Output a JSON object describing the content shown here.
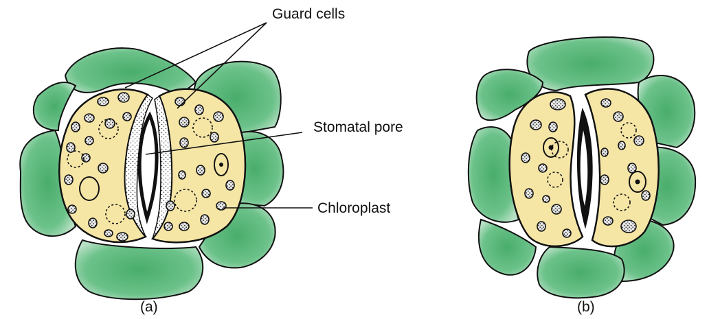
{
  "labels": {
    "guard_cells": "Guard cells",
    "stomatal_pore": "Stomatal pore",
    "chloroplast": "Chloroplast"
  },
  "captions": {
    "a": "(a)",
    "b": "(b)"
  },
  "colors": {
    "epidermal_cell": "#5dbb7c",
    "guard_cell": "#f6e6a6",
    "outline": "#111111",
    "background": "#ffffff"
  }
}
